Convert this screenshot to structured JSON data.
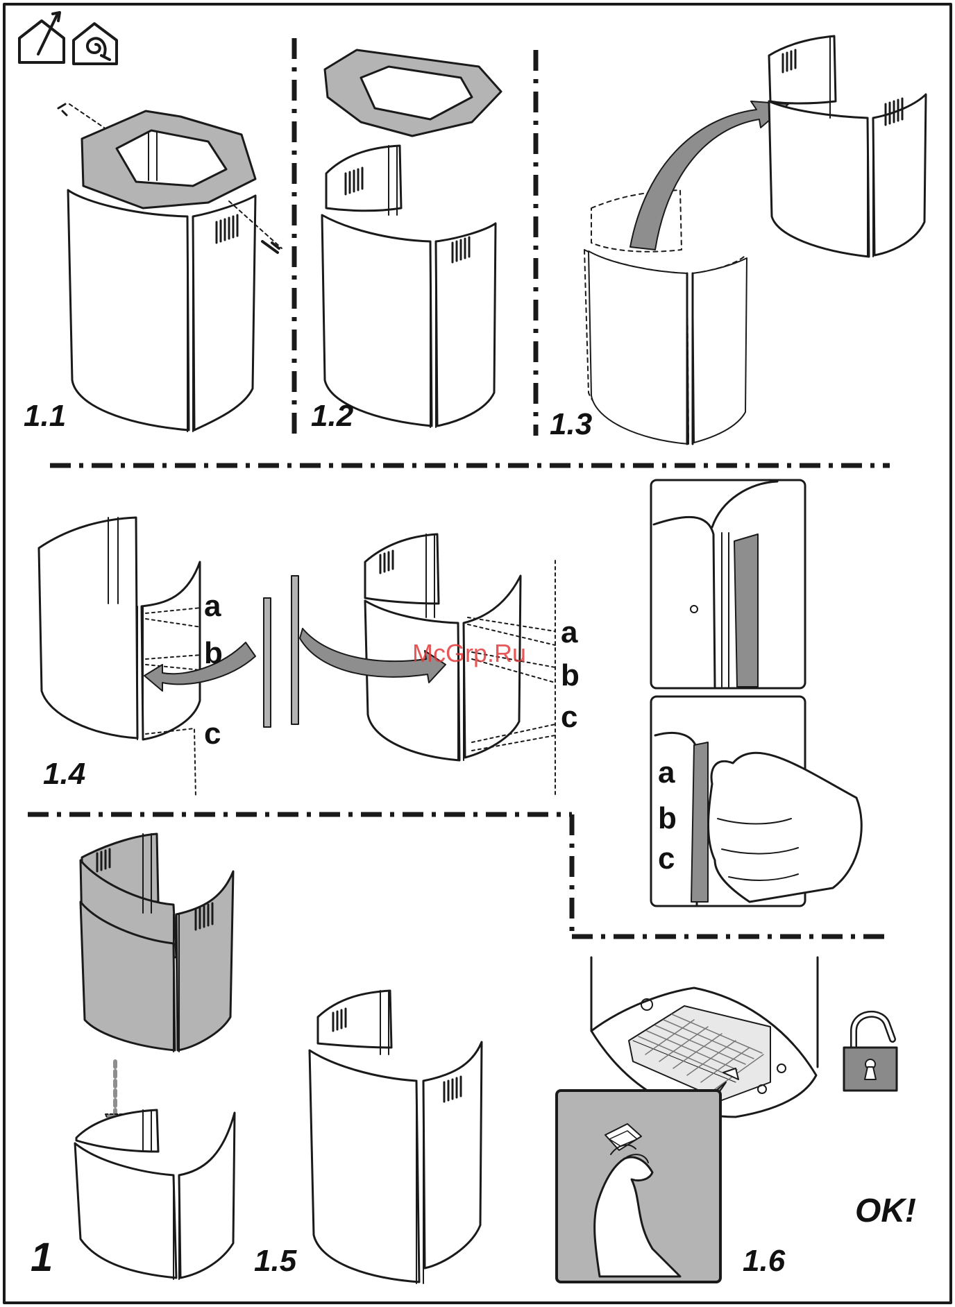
{
  "steps": {
    "s1_1": "1.1",
    "s1_2": "1.2",
    "s1_3": "1.3",
    "s1_4": "1.4",
    "s1_5": "1.5",
    "s1_6": "1.6"
  },
  "figure_number": "1",
  "ok_text": "OK!",
  "watermark": "McGrp.Ru",
  "letters": {
    "left": [
      "a",
      "b",
      "c"
    ],
    "right": [
      "a",
      "b",
      "c"
    ],
    "detail": [
      "a",
      "b",
      "c"
    ]
  },
  "icons": [
    "house-exhaust-icon",
    "house-recirculation-icon",
    "unlock-icon"
  ],
  "colors": {
    "line": "#1a1a1a",
    "panel_gray": "#b4b4b4",
    "arrow_gray": "#8e8e8e",
    "lock_gray": "#8a8a8a"
  }
}
